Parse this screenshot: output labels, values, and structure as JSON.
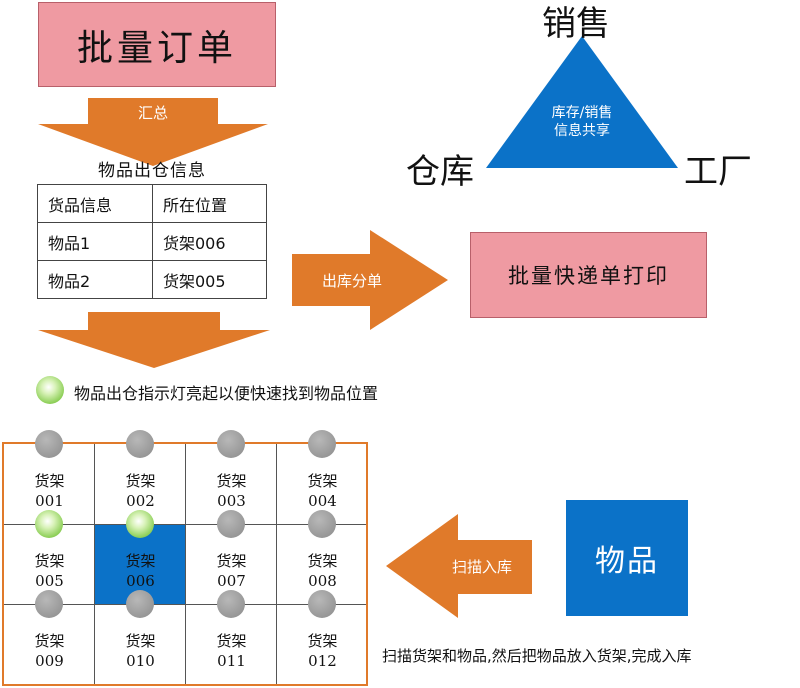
{
  "batch_order": "批量订单",
  "summary_arrow": "汇总",
  "outbound_title": "物品出仓信息",
  "table": {
    "headers": [
      "货品信息",
      "所在位置"
    ],
    "rows": [
      [
        "物品1",
        "货架006"
      ],
      [
        "物品2",
        "货架005"
      ]
    ]
  },
  "split_arrow": "出库分单",
  "batch_print": "批量快递单打印",
  "indicator_note": "物品出仓指示灯亮起以便快速找到物品位置",
  "triangle": {
    "top": "销售",
    "left": "仓库",
    "right": "工厂",
    "center_line1": "库存/销售",
    "center_line2": "信息共享"
  },
  "shelves": [
    {
      "label": "货架",
      "number": "001"
    },
    {
      "label": "货架",
      "number": "002"
    },
    {
      "label": "货架",
      "number": "003"
    },
    {
      "label": "货架",
      "number": "004"
    },
    {
      "label": "货架",
      "number": "005"
    },
    {
      "label": "货架",
      "number": "006"
    },
    {
      "label": "货架",
      "number": "007"
    },
    {
      "label": "货架",
      "number": "008"
    },
    {
      "label": "货架",
      "number": "009"
    },
    {
      "label": "货架",
      "number": "010"
    },
    {
      "label": "货架",
      "number": "011"
    },
    {
      "label": "货架",
      "number": "012"
    }
  ],
  "goods": "物品",
  "scan_arrow": "扫描入库",
  "scan_note": "扫描货架和物品,然后把物品放入货架,完成入库",
  "colors": {
    "pink_box": "#ef9aa2",
    "orange_arrow": "#e07a2a",
    "blue": "#0b72c8",
    "indicator_on": "#8fd05a",
    "indicator_off": "#9a9a9a"
  }
}
